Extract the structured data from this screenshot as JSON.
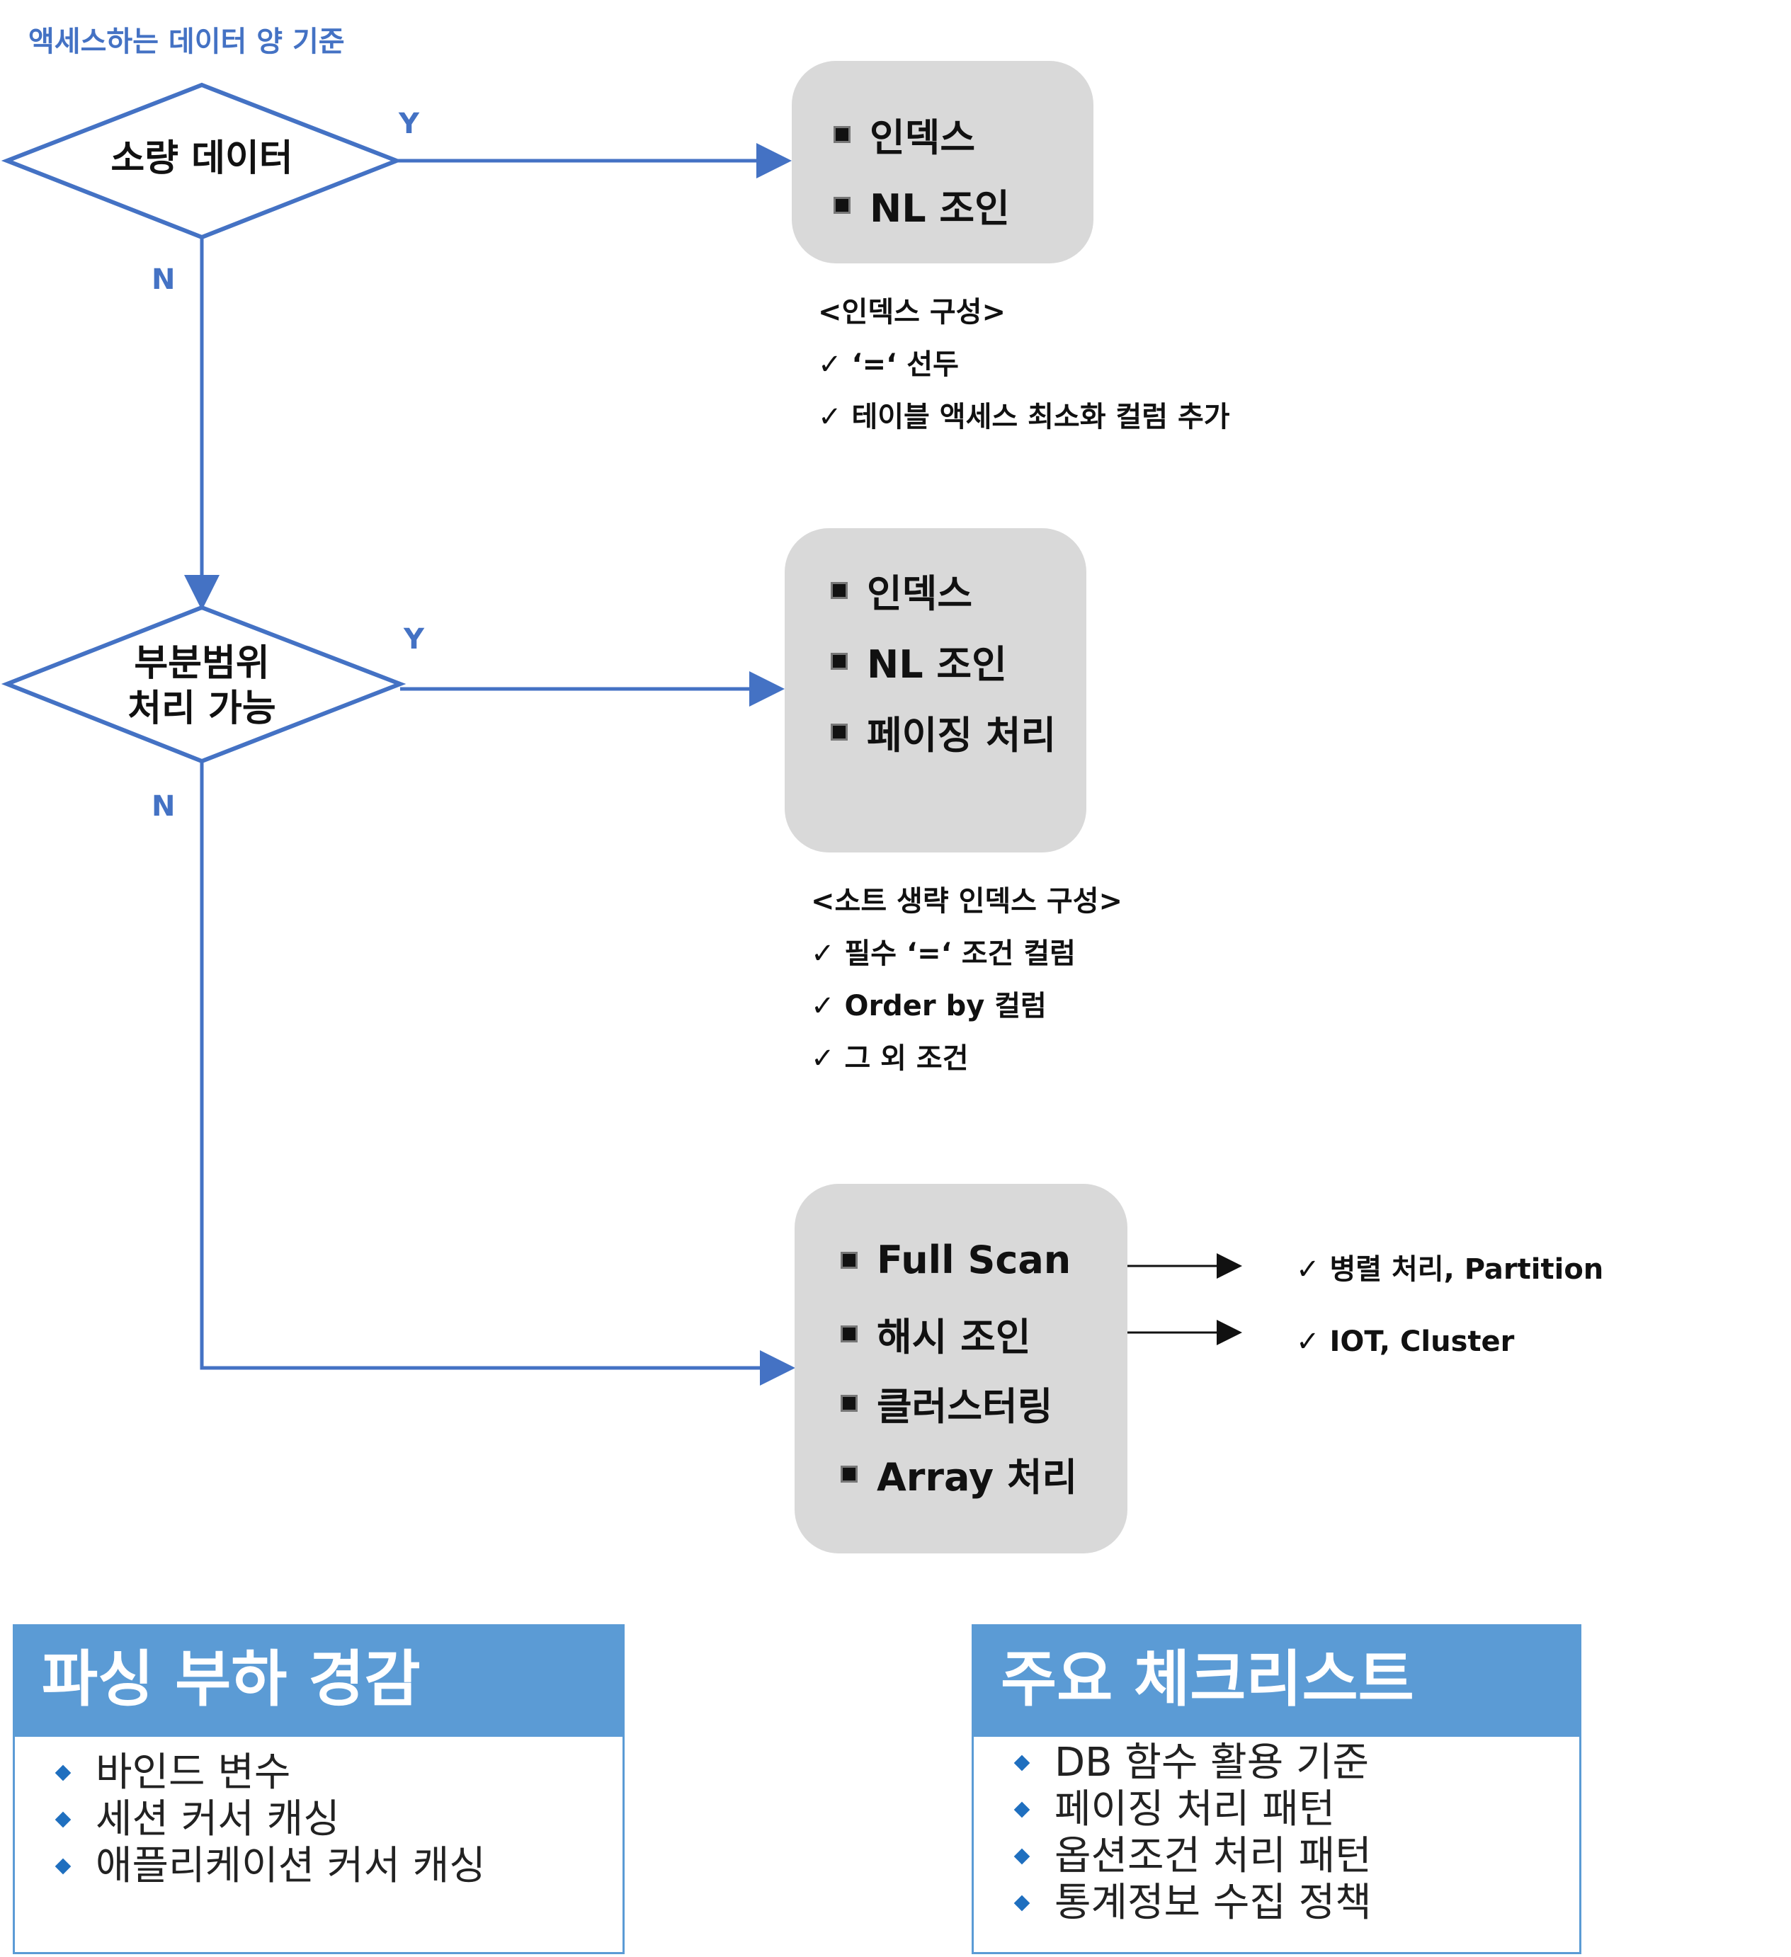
{
  "title": "액세스하는 데이터 양 기준",
  "decision1": {
    "label": "소량 데이터",
    "yes": "Y",
    "no": "N"
  },
  "decision2": {
    "label_line1": "부분범위",
    "label_line2": "처리 가능",
    "yes": "Y",
    "no": "N"
  },
  "box1": {
    "items": [
      "인덱스",
      "NL 조인"
    ]
  },
  "note1": {
    "heading": "<인덱스 구성>",
    "lines": [
      "✓ ‘=‘ 선두",
      "✓ 테이블 액세스 최소화 컬럼 추가"
    ]
  },
  "box2": {
    "items": [
      "인덱스",
      "NL 조인",
      "페이징 처리"
    ]
  },
  "note2": {
    "heading": "<소트 생략 인덱스 구성>",
    "lines": [
      "✓ 필수 ‘=‘ 조건 컬럼",
      "✓ Order by 컬럼",
      "✓ 그 외 조건"
    ]
  },
  "box3": {
    "items": [
      "Full Scan",
      "해시 조인",
      "클러스터링",
      "Array 처리"
    ]
  },
  "side_notes": [
    "✓ 병렬 처리, Partition",
    "✓ IOT, Cluster"
  ],
  "panel_left": {
    "title": "파싱 부하 경감",
    "items": [
      "바인드 변수",
      "세션 커서 캐싱",
      "애플리케이션 커서 캐싱"
    ]
  },
  "panel_right": {
    "title": "주요 체크리스트",
    "items": [
      "DB 함수 활용 기준",
      "페이징 처리 패턴",
      "옵션조건 처리 패턴",
      "통계정보 수집 정책"
    ]
  },
  "colors": {
    "flow_line": "#4472C4",
    "box_fill": "#D9D9D9",
    "panel_header": "#5B9BD5",
    "bullet": "#1F6FBF"
  }
}
